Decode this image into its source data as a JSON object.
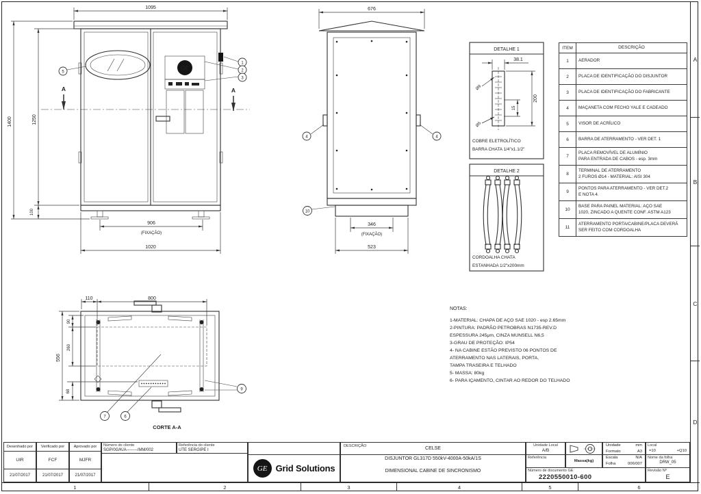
{
  "zones": {
    "rows": [
      "A",
      "B",
      "C",
      "D"
    ],
    "cols": [
      "1",
      "2",
      "3",
      "4",
      "5",
      "6"
    ]
  },
  "front_view": {
    "dim_width_top": "1095",
    "dim_height_outer": "1400",
    "dim_height_inner": "1250",
    "dim_base_height": "100",
    "dim_fix_width": "906",
    "fix_label": "(FIXAÇÃO)",
    "dim_total_width": "1020",
    "section_letter": "A"
  },
  "side_view": {
    "dim_width_top": "676",
    "dim_fix_width": "346",
    "fix_label": "(FIXAÇÃO)",
    "dim_total_width": "523"
  },
  "section_view": {
    "label": "CORTE A-A",
    "dim_offset": "110",
    "dim_panel_width": "800",
    "dim_height": "556",
    "dim_top": "90",
    "dim_mid": "260",
    "dim_bottom": "68"
  },
  "detail1": {
    "title": "DETALHE 1",
    "dim_width": "38.1",
    "dim_height": "200",
    "dim_pitch": "15",
    "hole_top": "Ø9",
    "hole_bottom": "Ø5",
    "caption1": "COBRE ELETROLÍTICO",
    "caption2": "BARRA CHATA 1/4\"x1.1/2\""
  },
  "detail2": {
    "title": "DETALHE 2",
    "caption1": "CORDOALHA CHATA",
    "caption2": "ESTANHADA 1/2\"x200mm"
  },
  "callouts": {
    "n1": "1",
    "n2": "2",
    "n3": "3",
    "n4": "4",
    "n5": "5",
    "n6": "6",
    "n7": "7",
    "n9": "9",
    "n10": "10"
  },
  "item_table": {
    "header_item": "ITEM",
    "header_desc": "DESCRIÇÃO",
    "rows": [
      {
        "id": "1",
        "desc": "AERADOR"
      },
      {
        "id": "2",
        "desc": "PLACA DE IDENTIFICAÇÃO DO DISJUNTOR"
      },
      {
        "id": "3",
        "desc": "PLACA DE IDENTIFICAÇÃO DO FABRICANTE"
      },
      {
        "id": "4",
        "desc": "MAÇANETA COM FECHO YALE E CADEADO"
      },
      {
        "id": "5",
        "desc": "VISOR DE ACRÍLICO"
      },
      {
        "id": "6",
        "desc": "BARRA DE ATERRAMENTO - VER DET. 1"
      },
      {
        "id": "7",
        "desc": "PLACA REMOVÍVEL DE ALUMÍNIO\nPARA ENTRADA DE CABOS - esp. 3mm"
      },
      {
        "id": "8",
        "desc": "TERMINAL DE ATERRAMENTO\n2 FUROS Ø14 - MATERIAL: AISI 304"
      },
      {
        "id": "9",
        "desc": "PONTOS PARA ATERRAMENTO - VER DET.2\nE NOTA 4."
      },
      {
        "id": "10",
        "desc": "BASE PARA PAINEL MATERIAL: AÇO SAE\n1020, ZINCADO A QUENTE CONF. ASTM A123"
      },
      {
        "id": "11",
        "desc": "ATERRAMENTO PORTA/CABINE/PLACA DEVERÁ\nSER FEITO COM CORDOALHA"
      }
    ]
  },
  "notes": {
    "title": "NOTAS:",
    "lines": [
      "1-MATERIAL: CHAPA DE AÇO SAE 1020 - esp 2.65mm",
      "2-PINTURA: PADRÃO PETROBRAS N1735-REV.D",
      "ESPESSURA 245μm, CINZA MUNSELL N6,5",
      "3-GRAU DE PROTEÇÃO: IP54",
      "4- NA CABINE ESTÃO PREVISTO 06 PONTOS DE",
      "ATERRAMENTO NAS LATERAIS, PORTA,",
      "TAMPA TRASEIRA E TELHADO",
      "5- MASSA: 80kg",
      "6- PARA IÇAMENTO, CINTAR AO REDOR DO TELHADO"
    ]
  },
  "title_block": {
    "desenhado": {
      "label": "Desenhado por",
      "name": "UIR",
      "date": "21/07/2017"
    },
    "verificado": {
      "label": "Verificado por",
      "name": "FCF",
      "date": "21/07/2017"
    },
    "aprovado": {
      "label": "Aprovado por",
      "name": "MJFR",
      "date": "21/07/2017"
    },
    "numero_cliente": {
      "label": "Número do cliente",
      "value": "SGP/0G/K/A--------/MM/002"
    },
    "referencia_cliente": {
      "label": "Referência do cliente",
      "value": "UTE SERGIPE I"
    },
    "logo_monogram": "GE",
    "brand": "Grid Solutions",
    "descricao_label": "DESCRIÇÃO",
    "descricao_line1": "CELSE",
    "descricao_line2": "DISJUNTOR GL317D 550kV-4000A-50kA/1S",
    "descricao_line3": "DIMENSIONAL CABINE DE SINCRONISMO",
    "unidade_local_label": "Unidade Local",
    "unidade_local_value": "A/B",
    "unidade_label": "Unidade",
    "unidade_value": "mm",
    "formato_label": "Formato",
    "formato_value": "A3",
    "local_label": "Local",
    "local_value1": "=10",
    "local_value2": "+Q10",
    "referencia_label": "Referência",
    "massa_label": "Massa(kg)",
    "escala_label": "Escala",
    "escala_value": "N/A",
    "folha_label": "Folha",
    "folha_value": "006/007",
    "nome_folha_label": "Nome da folha",
    "nome_folha_value": "DRW_05",
    "doc_label": "Número de documento GE",
    "doc_value": "2220550010-600",
    "revisao_label": "Revisão Nº",
    "revisao_value": "E"
  }
}
